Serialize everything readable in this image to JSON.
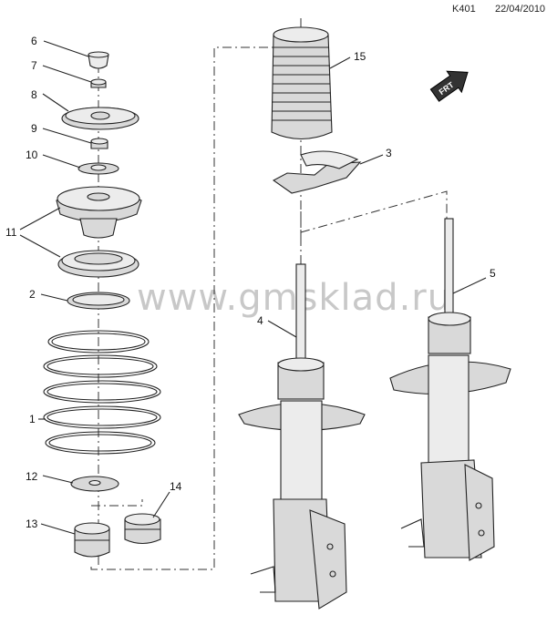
{
  "header": {
    "code": "K401",
    "date": "22/04/2010"
  },
  "watermark": "www.gmsklad.ru",
  "frt_label": "FRT",
  "callouts": {
    "c1": "1",
    "c2": "2",
    "c3": "3",
    "c4": "4",
    "c5": "5",
    "c6": "6",
    "c7": "7",
    "c8": "8",
    "c9": "9",
    "c10": "10",
    "c11": "11",
    "c12": "12",
    "c13": "13",
    "c14": "14",
    "c15": "15"
  },
  "colors": {
    "line": "#222222",
    "part_fill": "#d9d9d9",
    "watermark": "#c8c8c8"
  }
}
